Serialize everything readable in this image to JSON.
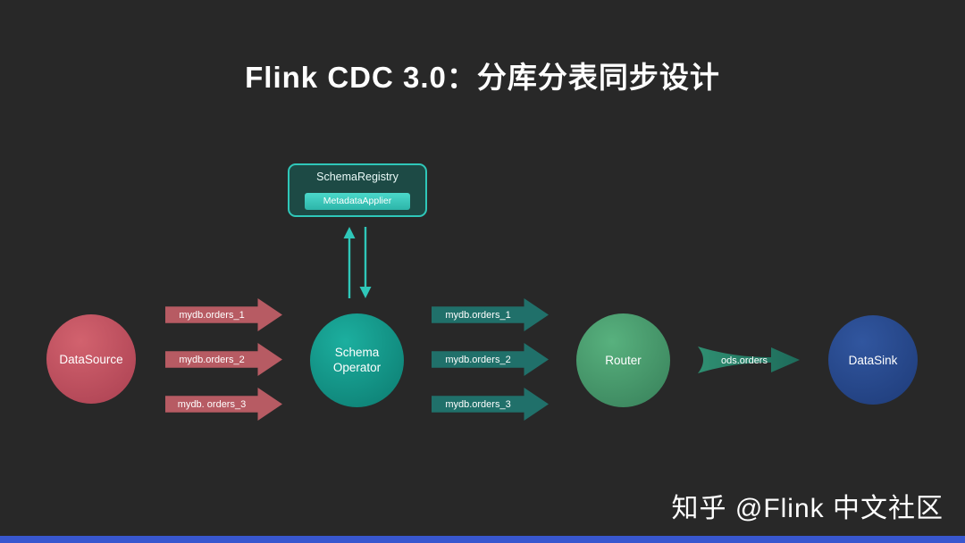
{
  "title": "Flink CDC 3.0：分库分表同步设计",
  "watermark": "知乎 @Flink 中文社区",
  "registry": {
    "title": "SchemaRegistry",
    "applier": "MetadataApplier"
  },
  "nodes": {
    "datasource": "DataSource",
    "schema_operator": "Schema\nOperator",
    "router": "Router",
    "datasink": "DataSink"
  },
  "source_arrows": [
    "mydb.orders_1",
    "mydb.orders_2",
    "mydb. orders_3"
  ],
  "operator_arrows": [
    "mydb.orders_1",
    "mydb.orders_2",
    "mydb.orders_3"
  ],
  "router_arrow": "ods.orders",
  "colors": {
    "background": "#282828",
    "accent_teal": "#2fc7b9",
    "registry_fill": "#1d4a45",
    "metadata_applier_teal": "#3ccfc2",
    "datasource_red": "#c25562",
    "schema_operator_teal": "#13988c",
    "router_green": "#4ea473",
    "datasink_blue": "#2a4d93",
    "source_arrow_red": "#b75b63",
    "operator_arrow_teal": "#20706a",
    "router_arrow_green": "#27755f",
    "footer_bar_blue": "#3857cf",
    "text_white": "#ffffff"
  }
}
